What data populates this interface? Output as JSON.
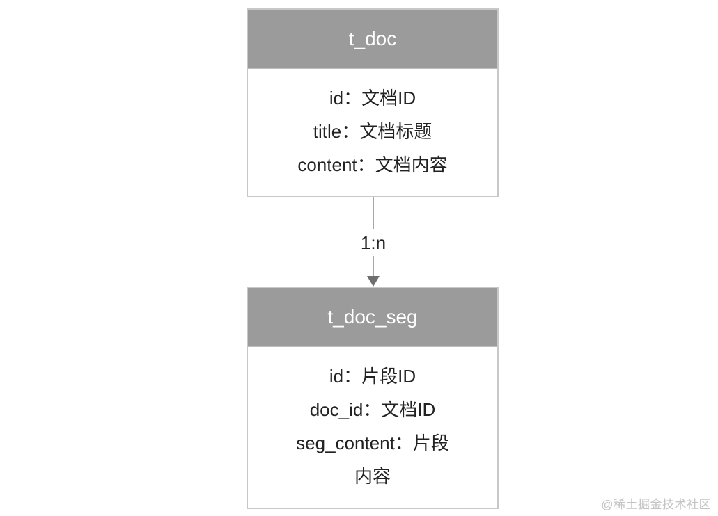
{
  "diagram": {
    "type": "entity-relationship",
    "entities": [
      {
        "name": "t_doc",
        "fields": [
          "id：文档ID",
          "title：文档标题",
          "content：文档内容"
        ]
      },
      {
        "name": "t_doc_seg",
        "fields": [
          "id：片段ID",
          "doc_id：文档ID",
          "seg_content：片段",
          "内容"
        ]
      }
    ],
    "relationship": {
      "from": "t_doc",
      "to": "t_doc_seg",
      "label": "1:n"
    }
  },
  "colors": {
    "header_bg": "#9b9b9b",
    "header_text": "#ffffff",
    "border": "#c8c8c8",
    "arrow": "#6e6e6e"
  },
  "watermark": "@稀土掘金技术社区"
}
